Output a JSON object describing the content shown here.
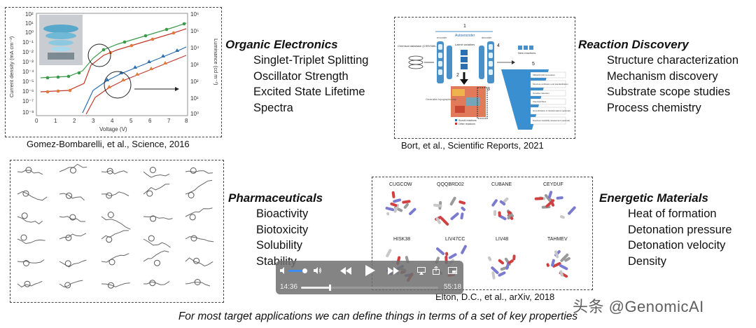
{
  "sections": {
    "organic": {
      "heading": "Organic Electronics",
      "items": [
        "Singlet-Triplet Splitting",
        "Oscillator Strength",
        "Excited State Lifetime",
        "Spectra"
      ],
      "caption": "Gomez-Bombarelli, et al., Science, 2016",
      "figure": {
        "xlabel": "Voltage (V)",
        "ylabel_left": "Current density (mA cm⁻²)",
        "ylabel_right": "Luminance (cd m⁻²)",
        "xticks": [
          "0",
          "1",
          "2",
          "3",
          "4",
          "5",
          "6",
          "7",
          "8"
        ],
        "yticks_left": [
          "10²",
          "10¹",
          "10⁰",
          "10⁻¹",
          "10⁻²",
          "10⁻³",
          "10⁻⁴",
          "10⁻⁵",
          "10⁻⁶",
          "10⁻⁷",
          "10⁻⁸"
        ],
        "yticks_right": [
          "10⁶",
          "10⁵",
          "10⁴",
          "10³",
          "10²",
          "10¹",
          "10⁰"
        ]
      }
    },
    "reaction": {
      "heading": "Reaction Discovery",
      "items": [
        "Structure characterization",
        "Mechanism discovery",
        "Substrate scope studies",
        "Process chemistry"
      ],
      "caption": "Bort, et al., Scientific Reports, 2021",
      "figure": {
        "step_numbers": [
          "1",
          "2",
          "3",
          "4",
          "5"
        ],
        "autoencoder": "Autoencoder",
        "encoder": "encoder",
        "decoder": "decoder",
        "latent": "Latent variables",
        "database": "Chemical database (CSR/SMILES)",
        "new_reactions": "New reactions",
        "map_label": "Generative topographic map",
        "legend": [
          "Suzuki reactions",
          "Other reactions"
        ],
        "funnel_items": [
          "SMILES/CGR Generation",
          "Structure verification and standardization",
          "Novelties detection",
          "Chemical filters",
          "Generalization of transformations (optional)",
          "Reactions feasibility assessment (optional)"
        ]
      }
    },
    "pharma": {
      "heading": "Pharmaceuticals",
      "items": [
        "Bioactivity",
        "Biotoxicity",
        "Solubility",
        "Stability"
      ]
    },
    "energetic": {
      "heading": "Energetic Materials",
      "items": [
        "Heat of formation",
        "Detonation pressure",
        "Detonation velocity",
        "Density"
      ],
      "caption": "Elton, D.C., et al., arXiv, 2018",
      "molecules_top": [
        "CUGCOW",
        "QQQBRD02",
        "CUBANE",
        "CEYDUF"
      ],
      "molecules_bottom": [
        "HISK38",
        "LIV47CC",
        "LIV48",
        "TAHMEV"
      ]
    }
  },
  "footer": "For most target applications we can define things in terms of a set of key properties",
  "watermark": "头条 @GenomicAI",
  "player": {
    "time_elapsed": "14:36",
    "time_remaining": "55:18",
    "progress": 0.21,
    "volume": 0.75
  }
}
